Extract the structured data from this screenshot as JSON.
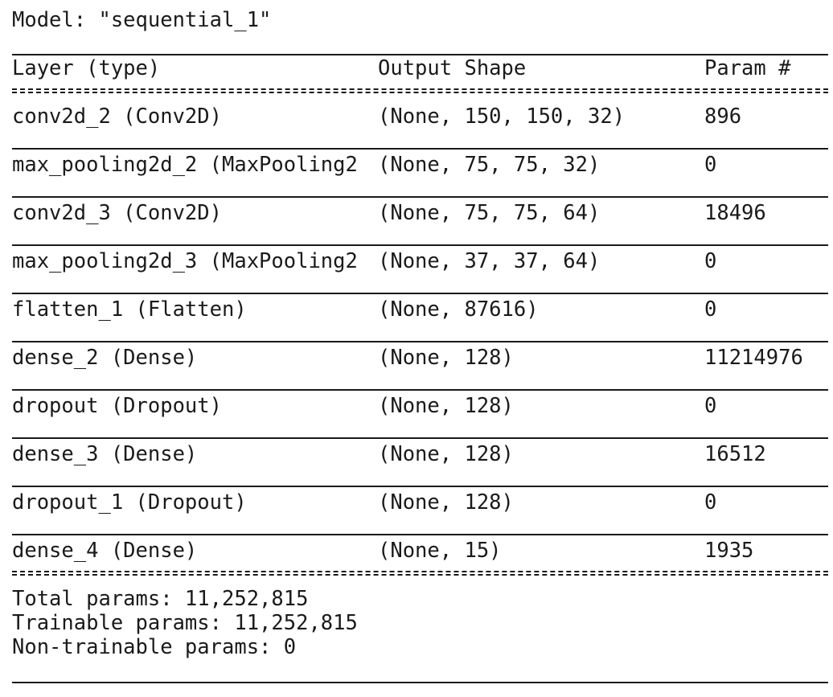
{
  "model_title": "Model: \"sequential_1\"",
  "header": {
    "layer": "Layer (type)",
    "output_shape": "Output Shape",
    "params": "Param #"
  },
  "layers": [
    {
      "name": "conv2d_2 (Conv2D)",
      "shape": "(None, 150, 150, 32)",
      "params": "896"
    },
    {
      "name": "max_pooling2d_2 (MaxPooling2",
      "shape": "(None, 75, 75, 32)",
      "params": "0"
    },
    {
      "name": "conv2d_3 (Conv2D)",
      "shape": "(None, 75, 75, 64)",
      "params": "18496"
    },
    {
      "name": "max_pooling2d_3 (MaxPooling2",
      "shape": "(None, 37, 37, 64)",
      "params": "0"
    },
    {
      "name": "flatten_1 (Flatten)",
      "shape": "(None, 87616)",
      "params": "0"
    },
    {
      "name": "dense_2 (Dense)",
      "shape": "(None, 128)",
      "params": "11214976"
    },
    {
      "name": "dropout (Dropout)",
      "shape": "(None, 128)",
      "params": "0"
    },
    {
      "name": "dense_3 (Dense)",
      "shape": "(None, 128)",
      "params": "16512"
    },
    {
      "name": "dropout_1 (Dropout)",
      "shape": "(None, 128)",
      "params": "0"
    },
    {
      "name": "dense_4 (Dense)",
      "shape": "(None, 15)",
      "params": "1935"
    }
  ],
  "summary": {
    "total": "Total params: 11,252,815",
    "trainable": "Trainable params: 11,252,815",
    "non_trainable": "Non-trainable params: 0"
  }
}
